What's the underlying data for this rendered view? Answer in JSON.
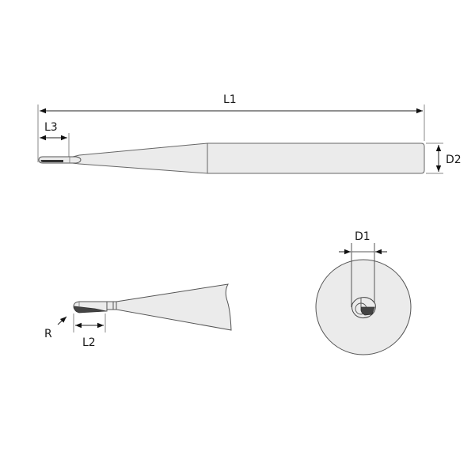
{
  "colors": {
    "tool_fill": "#ebebeb",
    "outline": "#555555",
    "dim_line": "#222222",
    "flute_dark": "#444444",
    "ext_line": "#888888"
  },
  "labels": {
    "L1": "L1",
    "L3": "L3",
    "D2": "D2",
    "L2": "L2",
    "R": "R",
    "D1": "D1"
  },
  "views": {
    "side": "full-length side view",
    "detail": "tip detail view",
    "end": "end view"
  }
}
